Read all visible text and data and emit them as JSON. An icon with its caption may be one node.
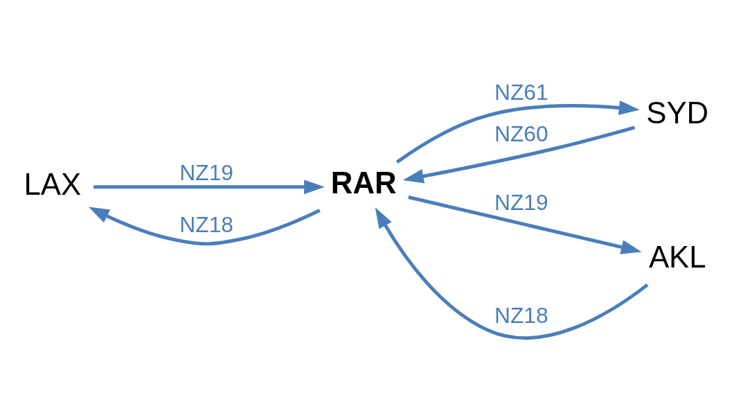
{
  "diagram": {
    "nodes": [
      {
        "text": [
          "LAX"
        ]
      },
      {
        "text": [
          "RAR"
        ]
      },
      {
        "text": [
          "SYD"
        ]
      },
      {
        "text": [
          "AKL"
        ]
      }
    ],
    "edges": [
      {
        "from": 1,
        "to": 0,
        "arrow": "to",
        "label": "NZ18"
      },
      {
        "from": 0,
        "to": 1,
        "arrow": "to",
        "label": "NZ19"
      },
      {
        "from": 2,
        "to": 1,
        "arrow": "to",
        "label": "NZ60"
      },
      {
        "from": 1,
        "to": 2,
        "arrow": "to",
        "label": "NZ61"
      },
      {
        "from": 3,
        "to": 1,
        "arrow": "to",
        "label": "NZ18"
      },
      {
        "from": 1,
        "to": 3,
        "arrow": "to",
        "label": "NZ19"
      }
    ]
  }
}
